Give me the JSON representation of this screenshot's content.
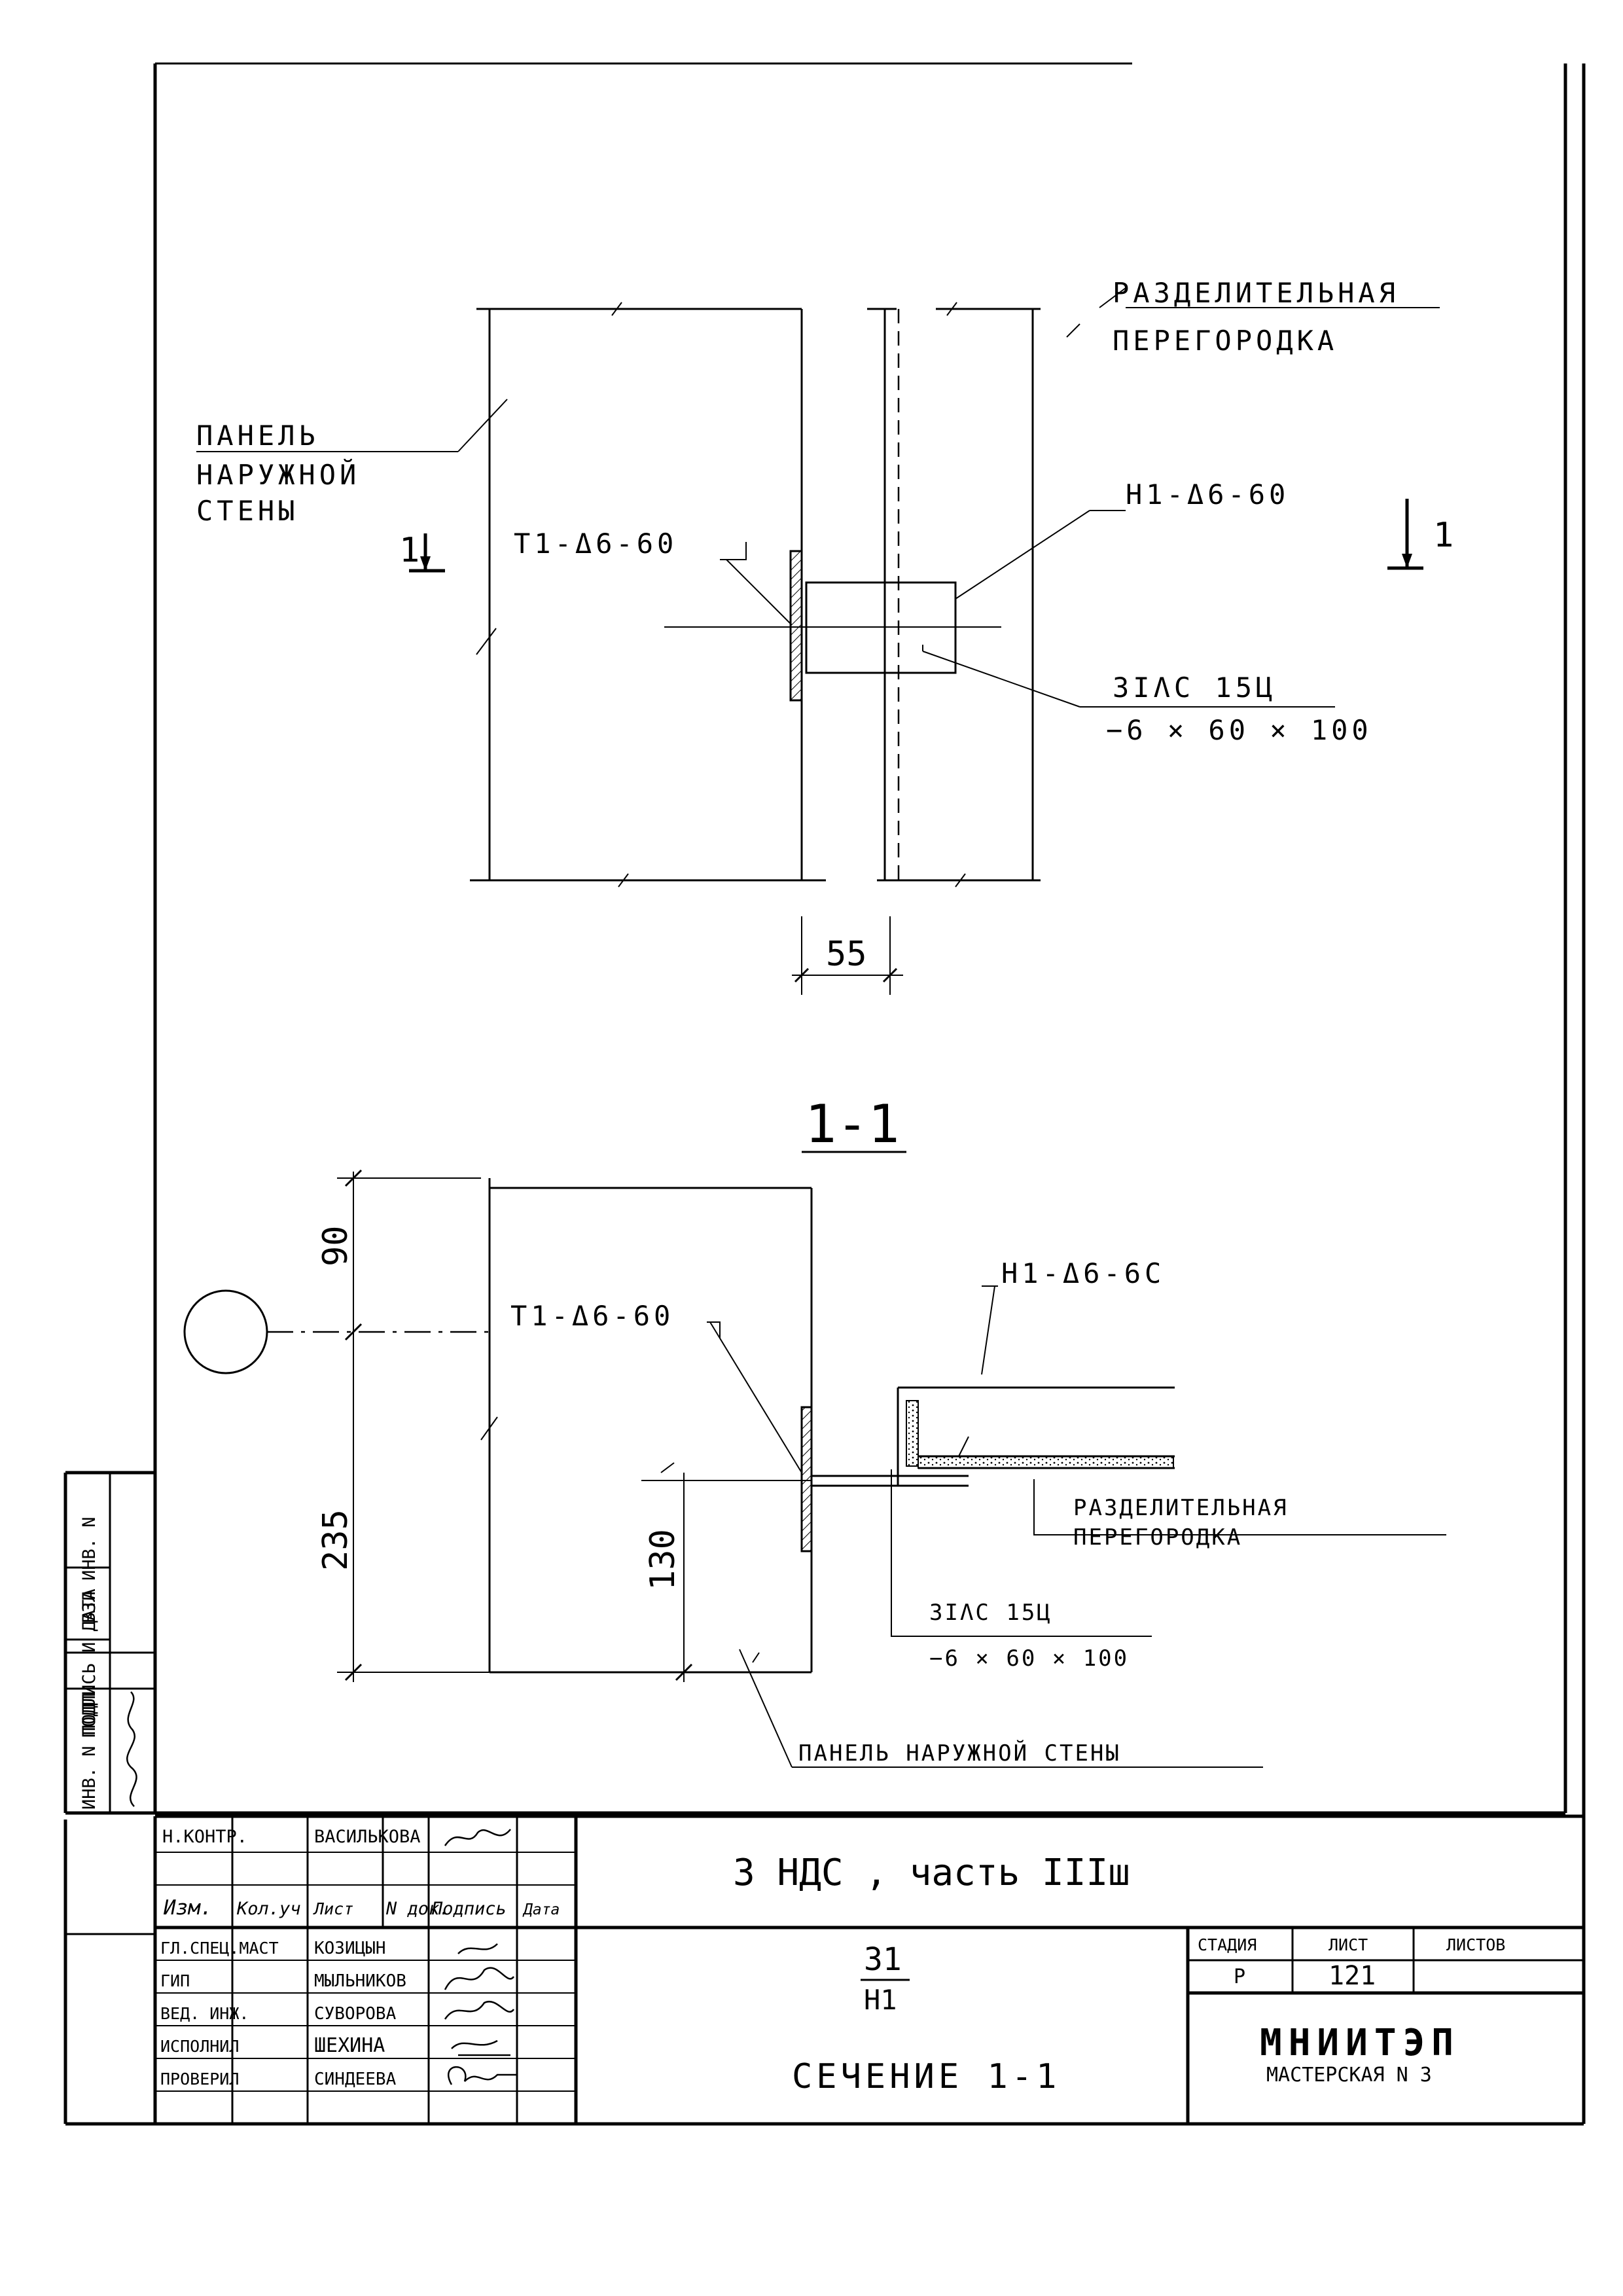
{
  "drawing": {
    "plan": {
      "partition_label_line1": "РАЗДЕЛИТЕЛЬНАЯ",
      "partition_label_line2": "ПЕРЕГОРОДКА",
      "panel_label_line1": "ПАНЕЛЬ",
      "panel_label_line2": "НАРУЖНОЙ",
      "panel_label_line3": "СТЕНЫ",
      "section_mark_left": "1",
      "section_mark_right": "1",
      "embedded_part_t1": "Т1-Δ6-60",
      "embedded_part_n1": "Н1-Δ6-60",
      "plate_line1": "3ΙΛC 15Ц",
      "plate_line2": "−6 × 60 × 100",
      "dimension_55": "55"
    },
    "section": {
      "title": "1-1",
      "dimension_90": "90",
      "dimension_235": "235",
      "dimension_130": "130",
      "embedded_part_t1": "Т1-Δ6-60",
      "embedded_part_n1": "Н1-Δ6-6С",
      "partition_label_line1": "РАЗДЕЛИТЕЛЬНАЯ",
      "partition_label_line2": "ПЕРЕГОРОДКА",
      "plate_line1": "3ΙΛC 15Ц",
      "plate_line2": "−6 × 60 × 100",
      "panel_label": "ПАНЕЛЬ НАРУЖНОЙ СТЕНЫ"
    }
  },
  "margin_stamp": {
    "inv_podl": "ИНВ. N ПОДЛ.",
    "podpis_data": "ПОДПИСЬ И ДАТА",
    "vzam_inv": "ВЗЛ ИНВ. N"
  },
  "title_block": {
    "designation": "3 НДС , часть IIIш",
    "sheet_code_top": "31",
    "sheet_code_bottom": "Н1",
    "sheet_title": "СЕЧЕНИЕ 1-1",
    "stage_header": "СТАДИЯ",
    "sheet_header": "ЛИСТ",
    "sheets_header": "ЛИСТОВ",
    "stage_value": "Р",
    "sheet_value": "121",
    "sheets_value": "",
    "org_name": "МНИИТЭП",
    "org_sub": "МАСТЕРСКАЯ N 3",
    "col_izm": "Изм.",
    "col_koluch": "Кол.уч",
    "col_list": "Лист",
    "col_ndok": "N док.",
    "col_podpis": "Подпись",
    "col_data": "Дата",
    "rows": [
      {
        "role": "Н.КОНТР.",
        "name": "ВАСИЛЬКОВА"
      },
      {
        "role": "ГЛ.СПЕЦ.МАСТ",
        "name": "КОЗИЦЫН"
      },
      {
        "role": "ГИП",
        "name": "МЫЛЬНИКОВ"
      },
      {
        "role": "ВЕД. ИНЖ.",
        "name": "СУВОРОВА"
      },
      {
        "role": "ИСПОЛНИЛ",
        "name": "ШЕХИНА"
      },
      {
        "role": "ПРОВЕРИЛ",
        "name": "СИНДЕЕВА"
      }
    ]
  }
}
